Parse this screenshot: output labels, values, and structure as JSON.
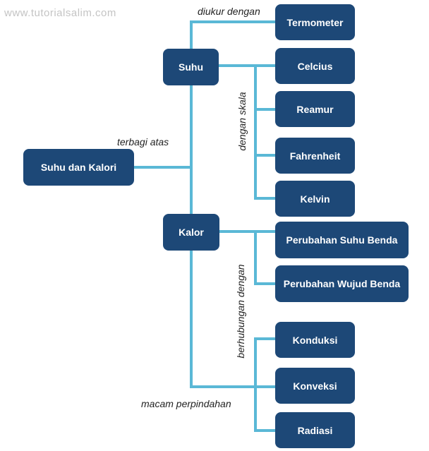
{
  "watermark": "www.tutorialsalim.com",
  "nodes": {
    "root": "Suhu dan Kalori",
    "suhu": "Suhu",
    "kalor": "Kalor",
    "termometer": "Termometer",
    "celcius": "Celcius",
    "reamur": "Reamur",
    "fahrenheit": "Fahrenheit",
    "kelvin": "Kelvin",
    "perubahan_suhu": "Perubahan Suhu Benda",
    "perubahan_wujud": "Perubahan Wujud Benda",
    "konduksi": "Konduksi",
    "konveksi": "Konveksi",
    "radiasi": "Radiasi"
  },
  "edge_labels": {
    "terbagi_atas": "terbagi atas",
    "diukur_dengan": "diukur dengan",
    "dengan_skala": "dengan skala",
    "berhubungan_dengan": "berhubungan dengan",
    "macam_perpindahan": "macam perpindahan"
  },
  "colors": {
    "node_fill": "#1d4877",
    "node_text": "#ffffff",
    "connector": "#5ab8d6"
  }
}
